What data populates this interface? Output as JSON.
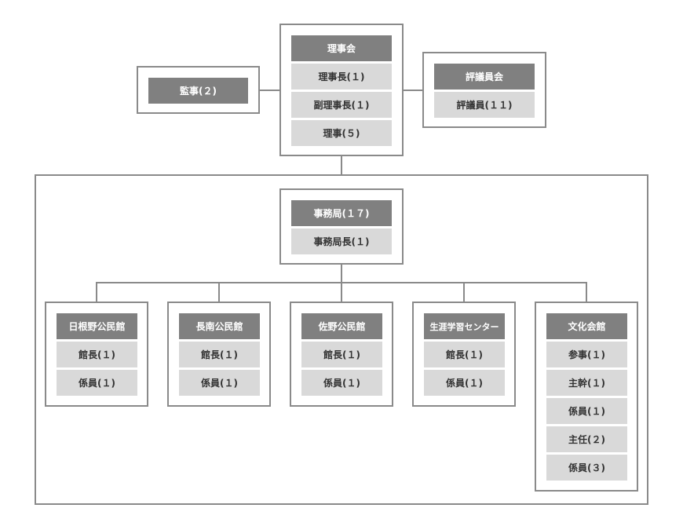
{
  "board": {
    "title": "理事会",
    "members": [
      "理事長(１)",
      "副理事長(１)",
      "理事(５)"
    ]
  },
  "auditor": {
    "label": "監事(２)"
  },
  "council": {
    "title": "評議員会",
    "members": [
      "評議員(１１)"
    ]
  },
  "secretariat": {
    "title": "事務局(１７)",
    "members": [
      "事務局長(１)"
    ]
  },
  "facilities": [
    {
      "title": "日根野公民館",
      "members": [
        "館長(１)",
        "係員(１)"
      ]
    },
    {
      "title": "長南公民館",
      "members": [
        "館長(１)",
        "係員(１)"
      ]
    },
    {
      "title": "佐野公民館",
      "members": [
        "館長(１)",
        "係員(１)"
      ]
    },
    {
      "title": "生涯学習センター",
      "members": [
        "館長(１)",
        "係員(１)"
      ]
    },
    {
      "title": "文化会館",
      "members": [
        "参事(１)",
        "主幹(１)",
        "係員(１)",
        "主任(２)",
        "係員(３)"
      ]
    }
  ],
  "colors": {
    "header_fill": "#808080",
    "item_fill": "#d9d9d9",
    "border": "#8a8a8a"
  }
}
